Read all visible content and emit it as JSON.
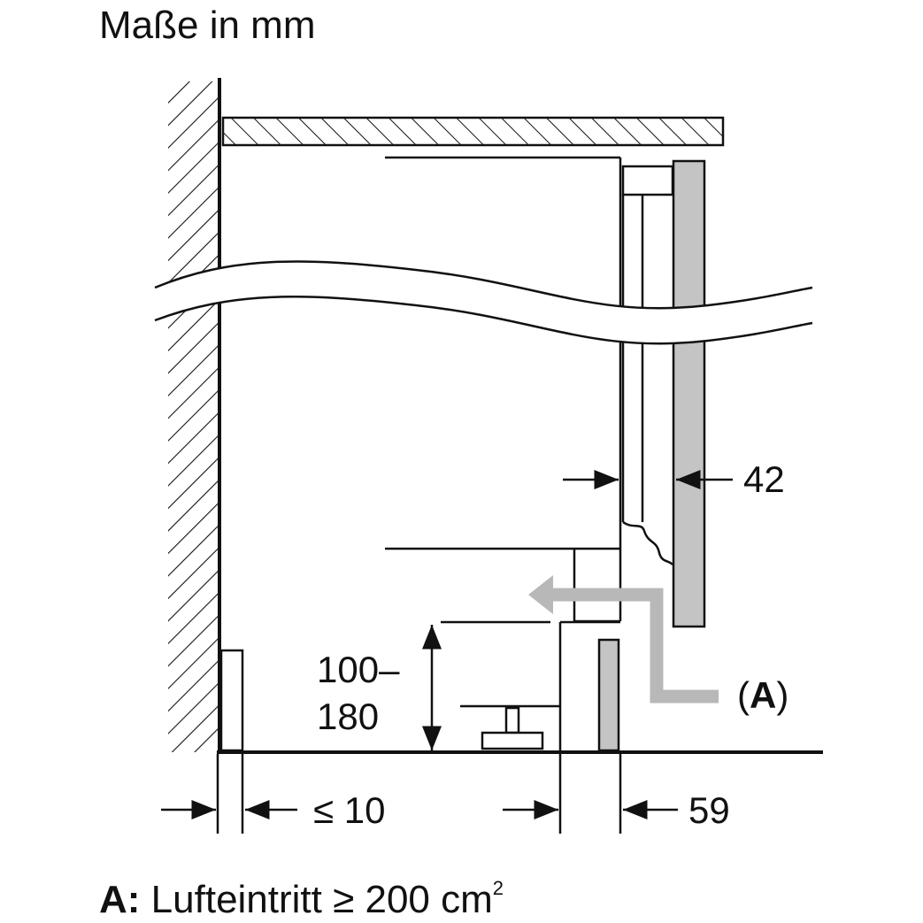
{
  "title": "Maße in mm",
  "dimensions": {
    "panel_gap": "42",
    "plinth_height_line1": "100–",
    "plinth_height_line2": "180",
    "wall_gap": "≤ 10",
    "plinth_depth": "59"
  },
  "callout": {
    "label_open": "(",
    "label_letter": "A",
    "label_close": ")"
  },
  "legend": {
    "key": "A:",
    "text": "Lufteintritt ≥ 200 cm",
    "superscript": "2"
  },
  "colors": {
    "line": "#111111",
    "panel_fill": "#c4c4c4",
    "airflow_arrow": "#b8b8b8"
  }
}
